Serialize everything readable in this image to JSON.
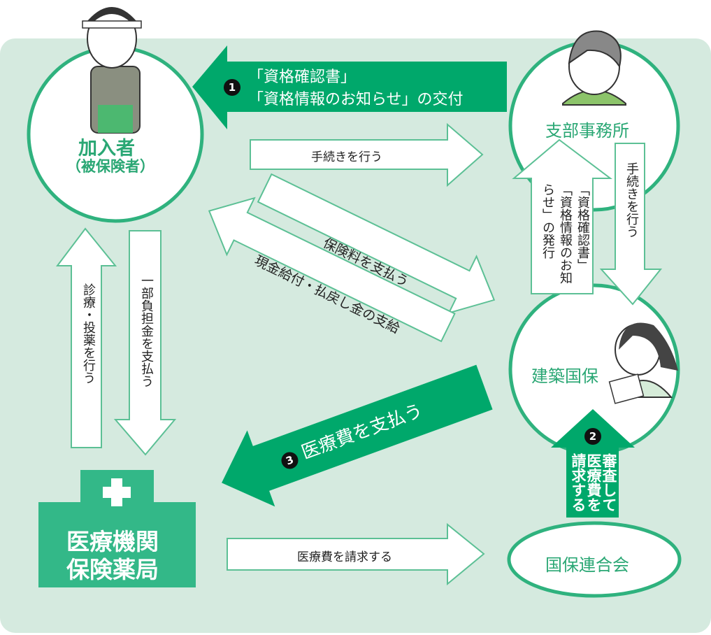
{
  "colors": {
    "background": "#d5eadf",
    "accent": "#00a86b",
    "circle_border": "#2fb27e",
    "hospital": "#33b888"
  },
  "nodes": {
    "member": {
      "title": "加入者",
      "subtitle": "（被保険者）"
    },
    "branch": {
      "title": "支部事務所"
    },
    "kenchiku": {
      "title": "建築国保"
    },
    "federation": {
      "title": "国保連合会"
    },
    "hospital": {
      "line1": "医療機関",
      "line2": "保険薬局"
    }
  },
  "arrows": {
    "issue_cards": {
      "number": "1",
      "line1": "「資格確認書」",
      "line2": "「資格情報のお知らせ」の交付"
    },
    "member_procedure": {
      "label": "手続きを行う"
    },
    "pay_premium": {
      "label": "保険料を支払う"
    },
    "cash_benefit": {
      "label": "現金給付・払戻し金の支給"
    },
    "branch_issue": {
      "line1": "「資格確認書」",
      "line2": "「資格情報のお知",
      "line3": "らせ」の発行"
    },
    "branch_procedure": {
      "label": "手続きを行う"
    },
    "treatment": {
      "label": "診療・投薬を行う"
    },
    "copay": {
      "label": "一部負担金を支払う"
    },
    "pay_medical": {
      "number": "3",
      "label": "医療費を支払う"
    },
    "review_claim": {
      "number": "2",
      "line1": "審査して",
      "line2": "医療費を",
      "line3": "請求する"
    },
    "hospital_claim": {
      "label": "医療費を請求する"
    }
  }
}
